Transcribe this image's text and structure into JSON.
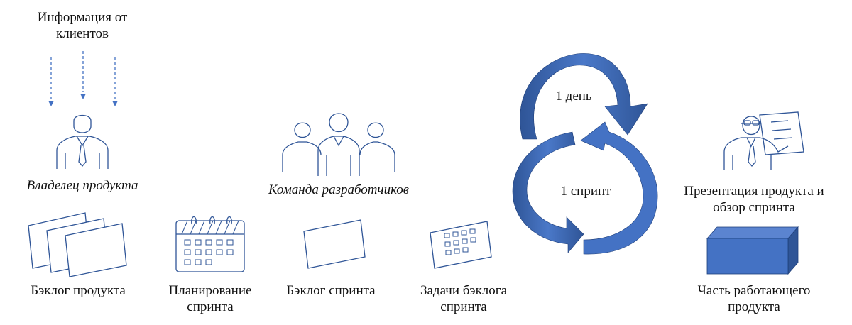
{
  "labels": {
    "client_info": "Информация от клиентов",
    "product_owner": "Владелец продукта",
    "dev_team": "Команда разработчиков",
    "product_backlog": "Бэклог продукта",
    "sprint_planning": "Планирование спринта",
    "sprint_backlog": "Бэклог спринта",
    "sprint_backlog_tasks": "Задачи бэклога спринта",
    "one_day": "1 день",
    "one_sprint": "1 спринт",
    "product_review": "Презентация продукта и обзор спринта",
    "working_increment": "Часть работающего продукта"
  },
  "colors": {
    "outline": "#2f5597",
    "arrow_light": "#4472c4",
    "arrow_dark": "#2f5597",
    "box_front": "#4472c4",
    "box_side": "#2f5597",
    "box_top": "#5b84d0"
  },
  "icons": [
    "person-icon",
    "team-icon",
    "presenter-icon",
    "cards-icon",
    "calendar-icon",
    "card-icon",
    "task-card-icon",
    "box-icon"
  ]
}
